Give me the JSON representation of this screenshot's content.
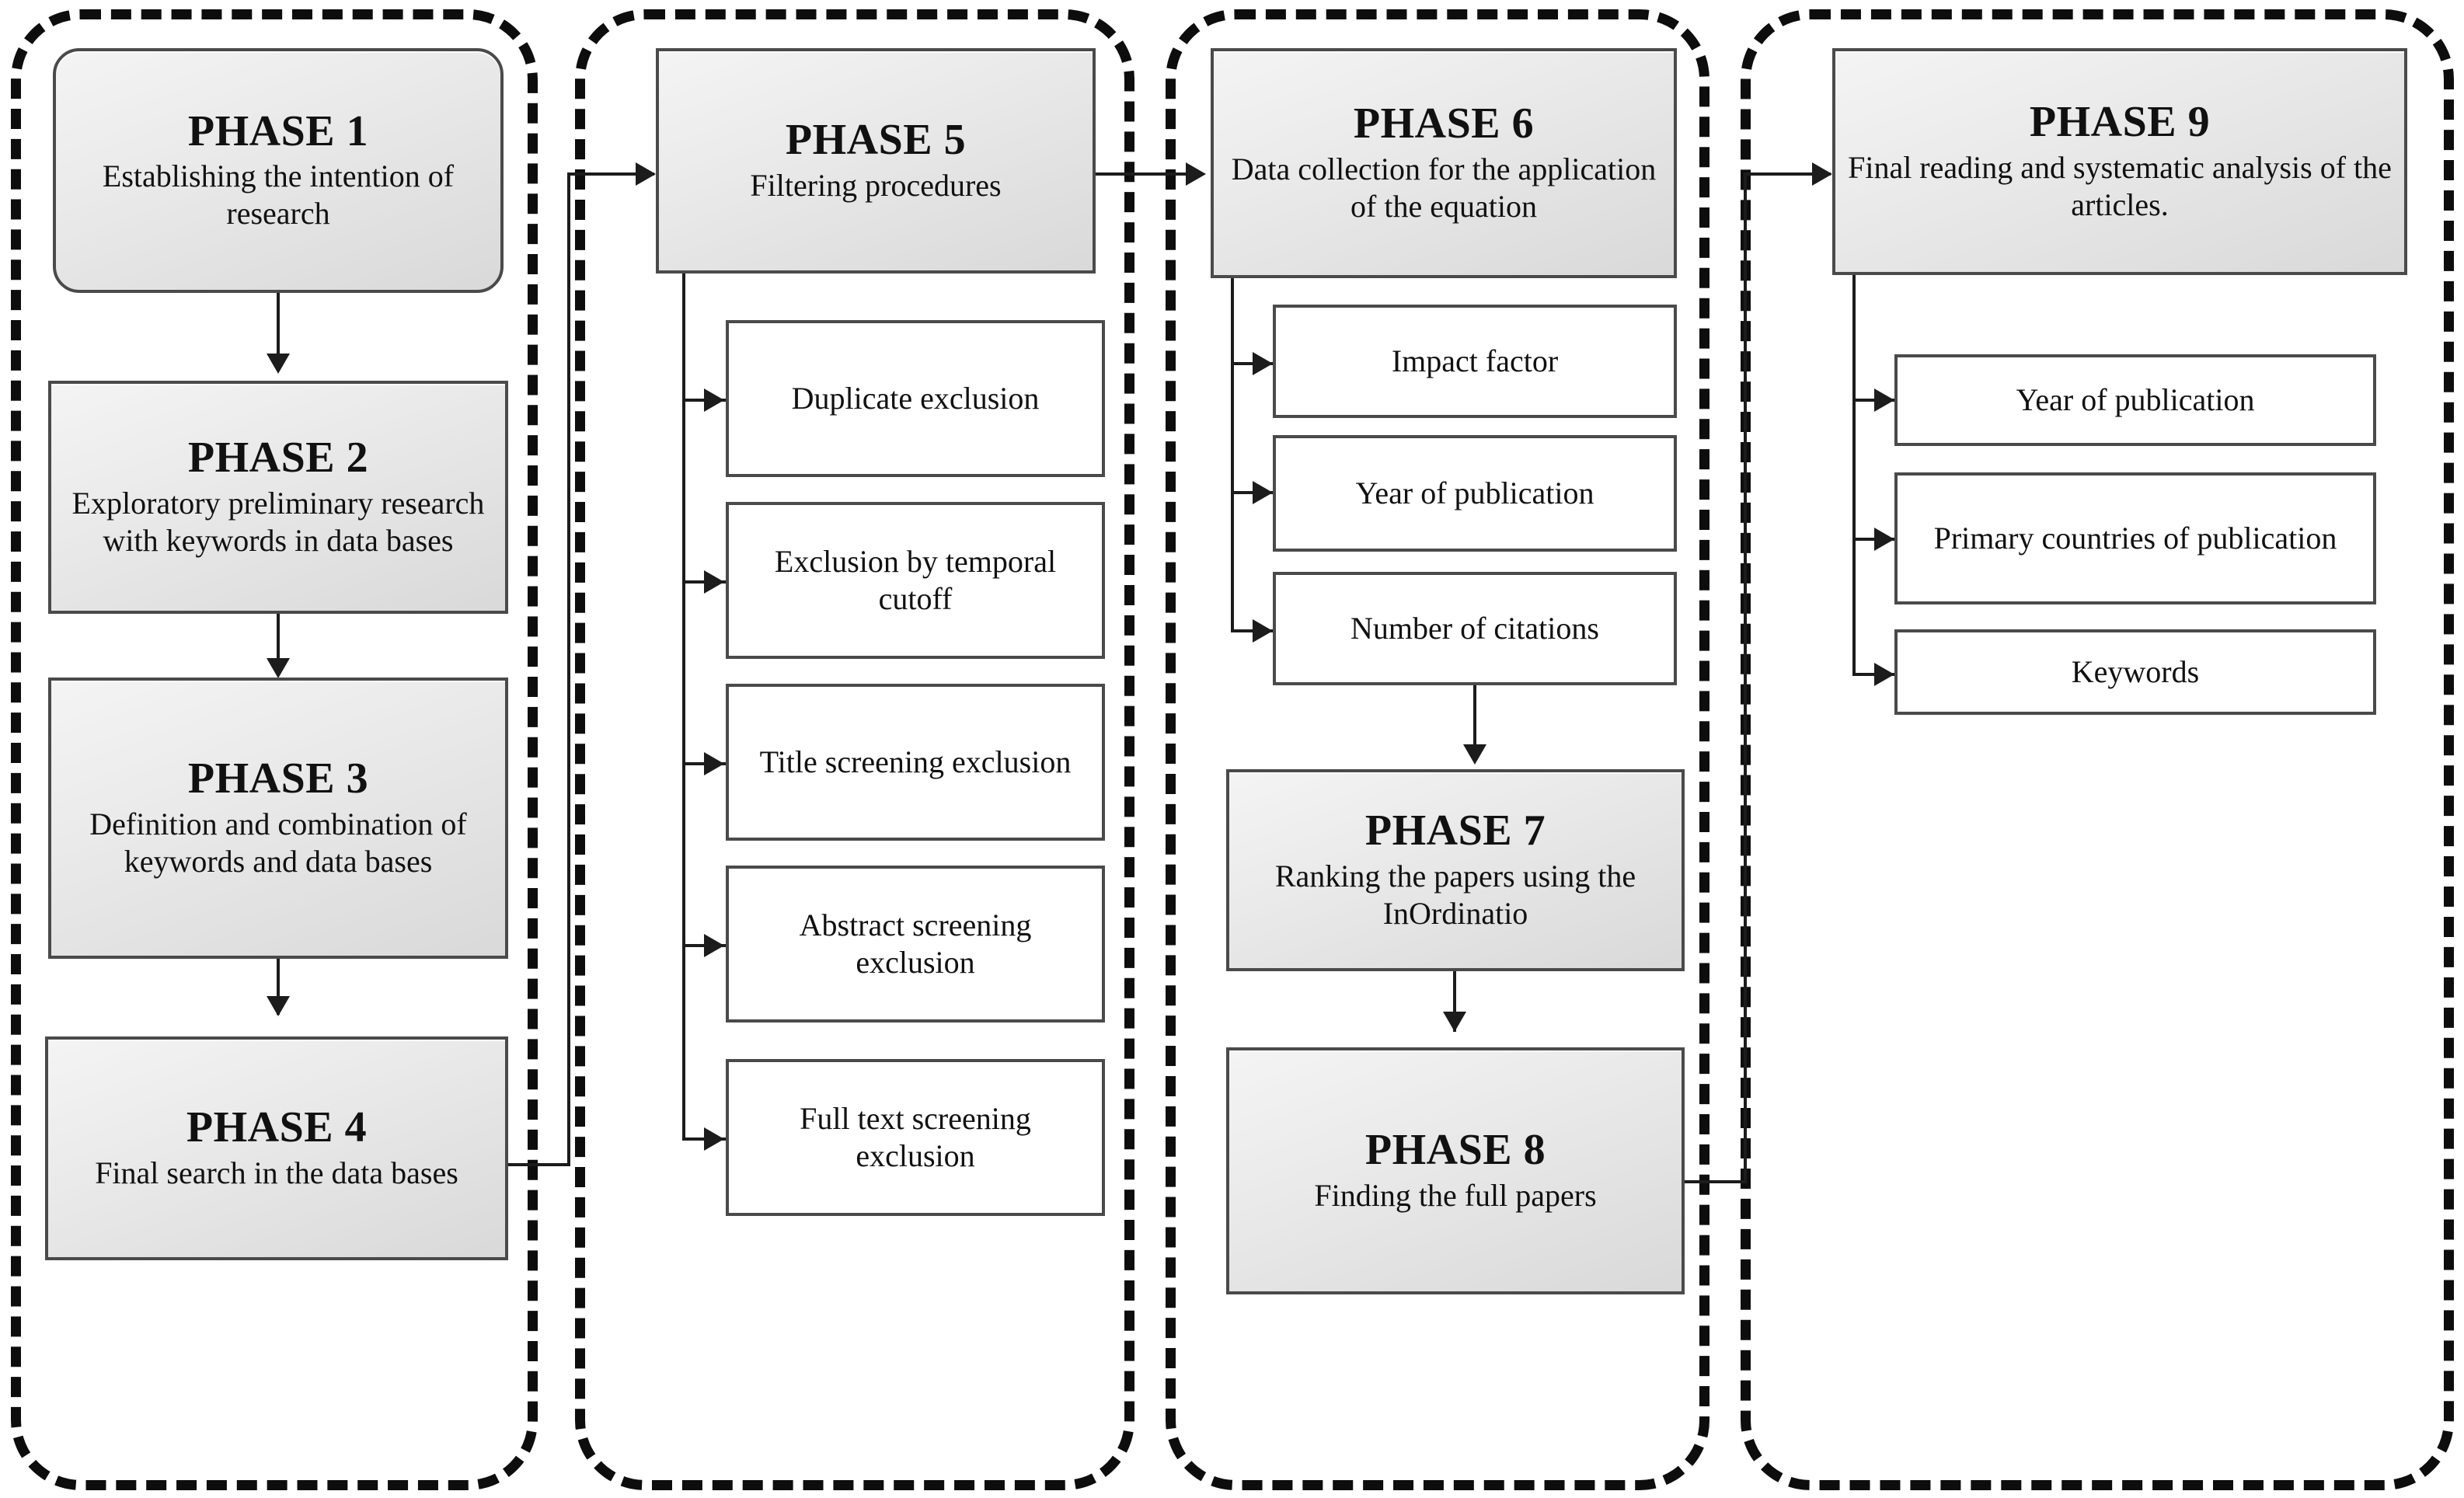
{
  "diagram": {
    "title": "Systematic literature review phases flowchart",
    "colors": {
      "box_fill_light": "#f4f4f4",
      "box_fill_dark": "#d9d9d9",
      "box_border": "#4a4a4a",
      "group_border": "#0d0d0d",
      "connector": "#1c1c1c",
      "sub_box_fill": "#ffffff",
      "text": "#111111"
    },
    "groups": [
      {
        "name": "group-1"
      },
      {
        "name": "group-2"
      },
      {
        "name": "group-3"
      },
      {
        "name": "group-4"
      }
    ],
    "phases": [
      {
        "id": "phase-1",
        "title": "PHASE 1",
        "desc": "Establishing the intention of research"
      },
      {
        "id": "phase-2",
        "title": "PHASE 2",
        "desc": "Exploratory preliminary research with keywords in data bases"
      },
      {
        "id": "phase-3",
        "title": "PHASE 3",
        "desc": "Definition and combination of keywords and data bases"
      },
      {
        "id": "phase-4",
        "title": "PHASE 4",
        "desc": "Final search in the data bases"
      },
      {
        "id": "phase-5",
        "title": "PHASE 5",
        "desc": "Filtering procedures"
      },
      {
        "id": "phase-6",
        "title": "PHASE 6",
        "desc": "Data collection for the application of the equation"
      },
      {
        "id": "phase-7",
        "title": "PHASE 7",
        "desc": "Ranking the papers using the InOrdinatio"
      },
      {
        "id": "phase-8",
        "title": "PHASE 8",
        "desc": "Finding the full papers"
      },
      {
        "id": "phase-9",
        "title": "PHASE 9",
        "desc": "Final reading and systematic analysis of the articles."
      }
    ],
    "phase5_items": [
      {
        "id": "duplicate-exclusion",
        "label": "Duplicate exclusion"
      },
      {
        "id": "exclusion-temporal-cutoff",
        "label": "Exclusion by temporal cutoff"
      },
      {
        "id": "title-screening-exclusion",
        "label": "Title screening exclusion"
      },
      {
        "id": "abstract-screening-exclusion",
        "label": "Abstract screening exclusion"
      },
      {
        "id": "full-text-screening-exclusion",
        "label": "Full text screening exclusion"
      }
    ],
    "phase6_items": [
      {
        "id": "impact-factor",
        "label": "Impact factor"
      },
      {
        "id": "year-of-publication",
        "label": "Year of publication"
      },
      {
        "id": "number-of-citations",
        "label": "Number of citations"
      }
    ],
    "phase9_items": [
      {
        "id": "year-of-publication",
        "label": "Year of publication"
      },
      {
        "id": "primary-countries-of-publication",
        "label": "Primary countries of publication"
      },
      {
        "id": "keywords",
        "label": "Keywords"
      }
    ]
  }
}
